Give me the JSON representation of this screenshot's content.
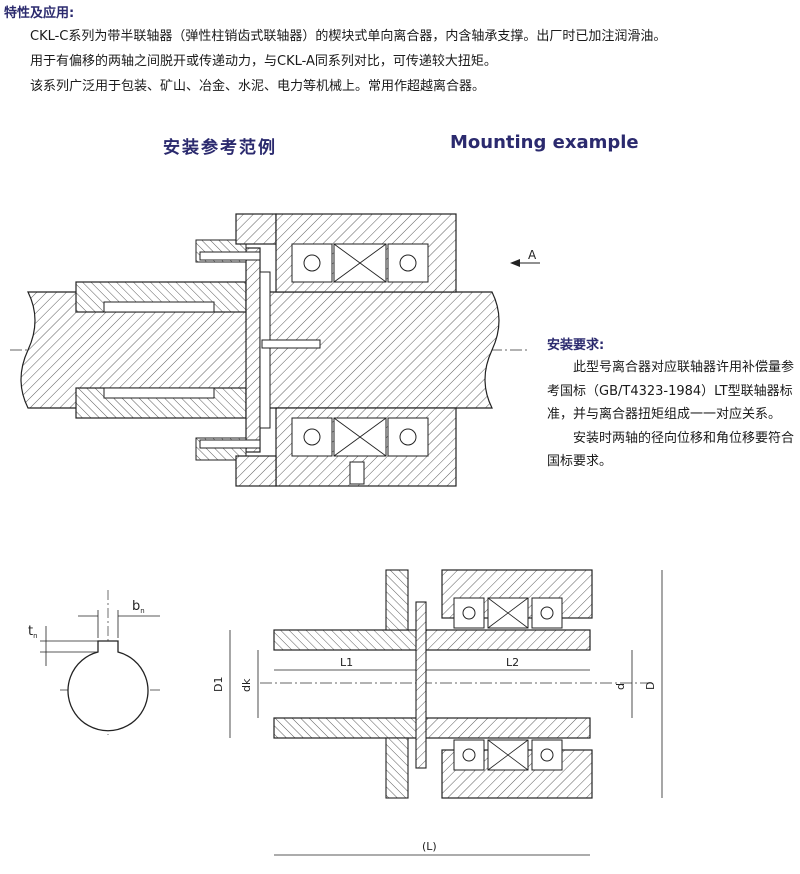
{
  "section_heading": "特性及应用:",
  "intro": [
    "CKL-C系列为带半联轴器（弹性柱销齿式联轴器）的楔块式单向离合器，内含轴承支撑。出厂时已加注润滑油。",
    "用于有偏移的两轴之间脱开或传递动力，与CKL-A同系列对比，可传递较大扭矩。",
    "该系列广泛用于包装、矿山、冶金、水泥、电力等机械上。常用作超越离合器。"
  ],
  "mounting": {
    "title_cn": "安装参考范例",
    "title_en": "Mounting example"
  },
  "drawing_labels": {
    "arrow_a": "A",
    "tn": "t",
    "tn_sub": "n",
    "bn": "b",
    "bn_sub": "n",
    "L1": "L1",
    "L2": "L2",
    "D1": "D1",
    "dk": "dk",
    "d": "d",
    "D": "D",
    "L_total": "(L)"
  },
  "requirements": {
    "title": "安装要求:",
    "para1": "此型号离合器对应联轴器许用补偿量参考国标（GB/T4323-1984）LT型联轴器标准，并与离合器扭矩组成一一对应关系。",
    "para2": "安装时两轴的径向位移和角位移要符合国标要求。"
  }
}
